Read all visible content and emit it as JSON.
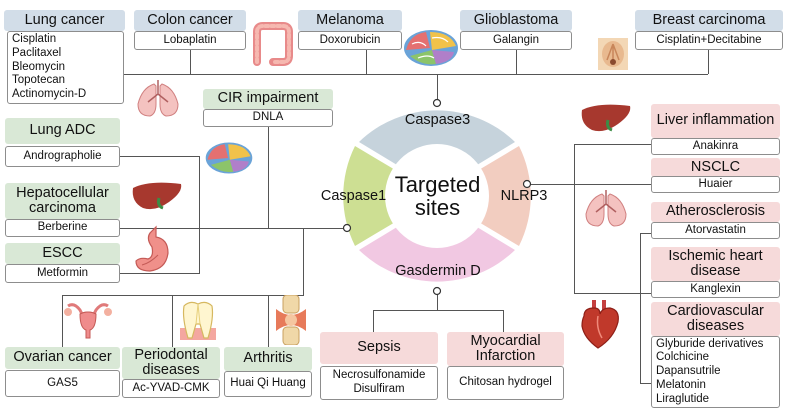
{
  "center": {
    "title_line1": "Targeted",
    "title_line2": "sites"
  },
  "sites": {
    "caspase3": "Caspase3",
    "caspase1": "Caspase1",
    "nlrp3": "NLRP3",
    "gasdermin": "Gasdermin D"
  },
  "top": [
    {
      "label": "Lung cancer",
      "drugs": [
        "Cisplatin",
        "Paclitaxel",
        "Bleomycin",
        "Topotecan",
        "Actinomycin-D"
      ]
    },
    {
      "label": "Colon cancer",
      "drugs": [
        "Lobaplatin"
      ]
    },
    {
      "label": "Melanoma",
      "drugs": [
        "Doxorubicin"
      ]
    },
    {
      "label": "Glioblastoma",
      "drugs": [
        "Galangin"
      ]
    },
    {
      "label": "Breast carcinoma",
      "drugs": [
        "Cisplatin+Decitabine"
      ]
    }
  ],
  "left": [
    {
      "label": "CIR impairment",
      "drugs": [
        "DNLA"
      ]
    },
    {
      "label": "Lung ADC",
      "drugs": [
        "Andrographolie"
      ]
    },
    {
      "label": "Hepatocellular carcinoma",
      "drugs": [
        "Berberine"
      ]
    },
    {
      "label": "ESCC",
      "drugs": [
        "Metformin"
      ]
    }
  ],
  "bottom": [
    {
      "label": "Ovarian cancer",
      "drugs": [
        "GAS5"
      ]
    },
    {
      "label": "Periodontal diseases",
      "drugs": [
        "Ac-YVAD-CMK"
      ]
    },
    {
      "label": "Arthritis",
      "drugs": [
        "Huai Qi Huang"
      ]
    },
    {
      "label": "Sepsis",
      "drugs": [
        "Necrosulfonamide",
        "Disulfiram"
      ]
    },
    {
      "label": "Myocardial Infarction",
      "drugs": [
        "Chitosan hydrogel"
      ]
    }
  ],
  "right": [
    {
      "label": "Liver inflammation",
      "drugs": [
        "Anakinra"
      ]
    },
    {
      "label": "NSCLC",
      "drugs": [
        "Huaier"
      ]
    },
    {
      "label": "Atherosclerosis",
      "drugs": [
        "Atorvastatin"
      ]
    },
    {
      "label": "Ischemic heart disease",
      "drugs": [
        "Kanglexin"
      ]
    },
    {
      "label": "Cardiovascular diseases",
      "drugs": [
        "Glyburide derivatives",
        "Colchicine",
        "Dapansutrile",
        "Melatonin",
        "Liraglutide"
      ]
    }
  ],
  "icons": [
    "lungs-icon",
    "colon-icon",
    "brain-icon",
    "breast-icon",
    "liver-icon",
    "stomach-icon",
    "uterus-icon",
    "tooth-icon",
    "knee-joint-icon",
    "heart-icon"
  ],
  "colors": {
    "blue": "#d2dde8",
    "green": "#d9e8d6",
    "pink": "#f6dada",
    "caspase3": "#c6d3dc",
    "caspase1": "#cddf93",
    "nlrp3": "#f2cdc0",
    "gasdermin": "#f1c8e2"
  }
}
